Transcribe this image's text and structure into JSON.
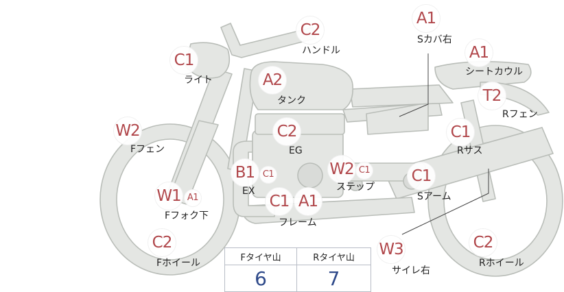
{
  "colors": {
    "body": "#e4e6e3",
    "stroke": "#b9bdb8",
    "badge_text": "#b0464a",
    "value_text": "#2f4a8a"
  },
  "labels": {
    "sheet_cover": {
      "code": "A1",
      "name": "Sカバ右"
    },
    "handle": {
      "code": "C2",
      "name": "ハンドル"
    },
    "seat_cowl": {
      "code": "A1",
      "name": "シートカウル"
    },
    "light": {
      "code": "C1",
      "name": "ライト"
    },
    "tank": {
      "code": "A2",
      "name": "タンク"
    },
    "r_fender": {
      "code": "T2",
      "name": "Rフェン"
    },
    "f_fender": {
      "code": "W2",
      "name": "Fフェン"
    },
    "engine": {
      "code": "C2",
      "name": "EG"
    },
    "r_suspension": {
      "code": "C1",
      "name": "Rサス"
    },
    "exhaust": {
      "code": "B1",
      "code2": "C1",
      "name": "EX"
    },
    "step": {
      "code": "W2",
      "code2": "C1",
      "name": "ステップ"
    },
    "swing_arm": {
      "code": "C1",
      "name": "Sアーム"
    },
    "f_fork": {
      "code": "W1",
      "code2": "A1",
      "name": "Fフォク下"
    },
    "frame": {
      "code": "C1",
      "code2": "A1",
      "name": "フレーム"
    },
    "f_wheel": {
      "code": "C2",
      "name": "Fホイール"
    },
    "side_stand": {
      "code": "W3",
      "name": "サイレ右"
    },
    "r_wheel": {
      "code": "C2",
      "name": "Rホイール"
    }
  },
  "tread_table": {
    "headers": [
      "Fタイヤ山",
      "Rタイヤ山"
    ],
    "values": [
      "6",
      "7"
    ]
  }
}
